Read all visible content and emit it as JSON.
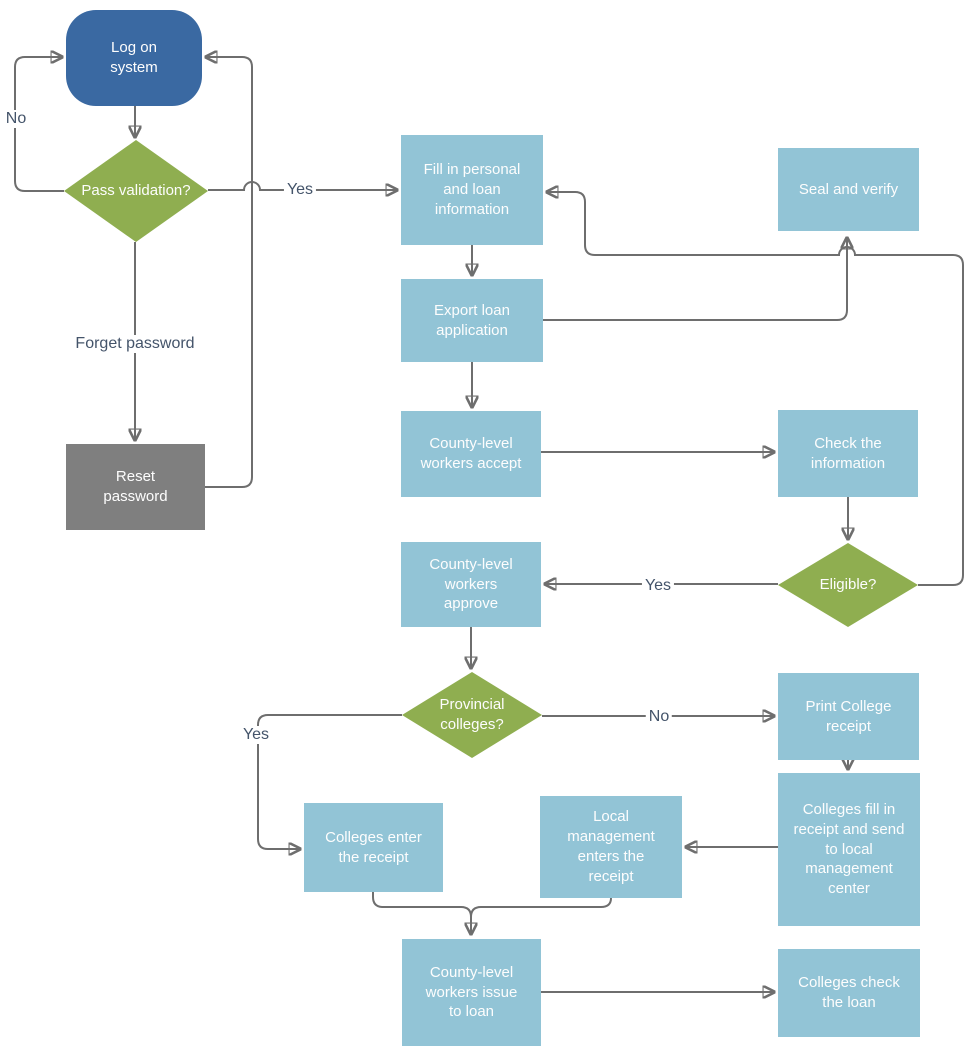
{
  "diagram": {
    "type": "flowchart",
    "colors": {
      "process_fill": "#92c4d6",
      "decision_fill": "#8fae50",
      "start_fill": "#3a69a2",
      "reset_fill": "#7f7f7f",
      "connector": "#6e6e6e",
      "edge_label_text": "#44546a",
      "node_text": "#ffffff"
    }
  },
  "nodes": {
    "log_on": {
      "label": "Log on system",
      "shape": "rounded-start"
    },
    "pass_validation": {
      "label": "Pass validation?",
      "shape": "decision"
    },
    "reset_password": {
      "label": "Reset password",
      "shape": "process-gray"
    },
    "fill_in": {
      "label": "Fill in personal and loan information",
      "shape": "process"
    },
    "export_loan": {
      "label": "Export loan application",
      "shape": "process"
    },
    "county_accept": {
      "label": "County-level workers accept",
      "shape": "process"
    },
    "check_info": {
      "label": "Check the information",
      "shape": "process"
    },
    "seal_verify": {
      "label": "Seal and verify",
      "shape": "process"
    },
    "eligible": {
      "label": "Eligible?",
      "shape": "decision"
    },
    "county_approve": {
      "label": "County-level workers approve",
      "shape": "process"
    },
    "provincial": {
      "label": "Provincial colleges?",
      "shape": "decision"
    },
    "print_receipt": {
      "label": "Print College receipt",
      "shape": "process"
    },
    "colleges_fill": {
      "label": "Colleges fill in receipt and send to local management center",
      "shape": "process"
    },
    "colleges_enter": {
      "label": "Colleges enter the receipt",
      "shape": "process"
    },
    "local_mgmt": {
      "label": "Local management enters the receipt",
      "shape": "process"
    },
    "county_issue": {
      "label": "County-level workers issue to loan",
      "shape": "process"
    },
    "colleges_check": {
      "label": "Colleges check the loan",
      "shape": "process"
    }
  },
  "edges": [
    {
      "from": "log_on",
      "to": "pass_validation",
      "label": ""
    },
    {
      "from": "pass_validation",
      "to": "log_on",
      "label": "No"
    },
    {
      "from": "pass_validation",
      "to": "fill_in",
      "label": "Yes"
    },
    {
      "from": "pass_validation",
      "to": "reset_password",
      "label": "Forget password"
    },
    {
      "from": "reset_password",
      "to": "log_on",
      "label": ""
    },
    {
      "from": "fill_in",
      "to": "export_loan",
      "label": ""
    },
    {
      "from": "export_loan",
      "to": "county_accept",
      "label": ""
    },
    {
      "from": "export_loan",
      "to": "seal_verify",
      "label": ""
    },
    {
      "from": "county_accept",
      "to": "check_info",
      "label": ""
    },
    {
      "from": "check_info",
      "to": "eligible",
      "label": ""
    },
    {
      "from": "eligible",
      "to": "county_approve",
      "label": "Yes"
    },
    {
      "from": "eligible",
      "to": "fill_in",
      "label": ""
    },
    {
      "from": "county_approve",
      "to": "provincial",
      "label": ""
    },
    {
      "from": "provincial",
      "to": "colleges_enter",
      "label": "Yes"
    },
    {
      "from": "provincial",
      "to": "print_receipt",
      "label": "No"
    },
    {
      "from": "print_receipt",
      "to": "colleges_fill",
      "label": ""
    },
    {
      "from": "colleges_fill",
      "to": "local_mgmt",
      "label": ""
    },
    {
      "from": "colleges_enter",
      "to": "county_issue",
      "label": ""
    },
    {
      "from": "local_mgmt",
      "to": "county_issue",
      "label": ""
    },
    {
      "from": "county_issue",
      "to": "colleges_check",
      "label": ""
    }
  ]
}
